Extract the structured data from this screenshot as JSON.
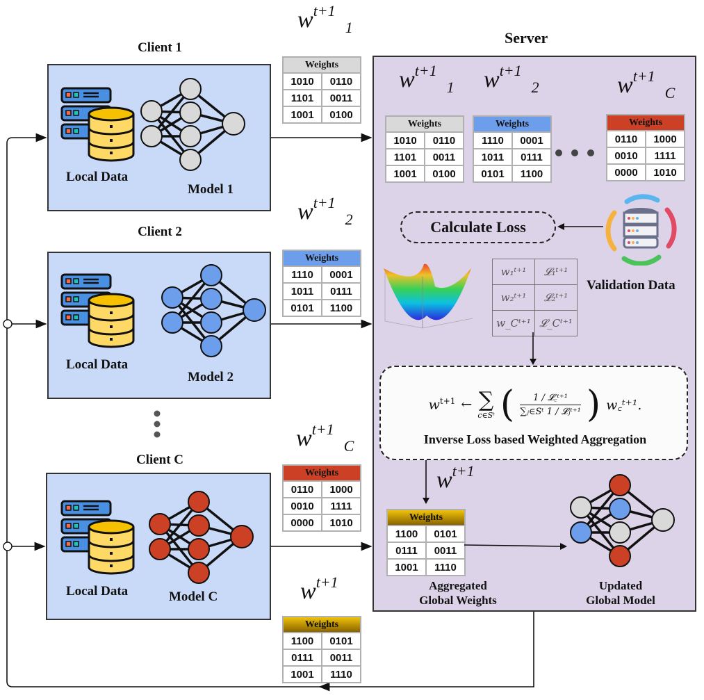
{
  "clients": [
    {
      "title": "Client 1",
      "data_label": "Local Data",
      "model_label": "Model 1",
      "node_color": "#d9d9d9",
      "w_sub": "1",
      "weights_header_color": "#d9d9d9",
      "weights": [
        [
          "1010",
          "0110"
        ],
        [
          "1101",
          "0011"
        ],
        [
          "1001",
          "0100"
        ]
      ]
    },
    {
      "title": "Client 2",
      "data_label": "Local Data",
      "model_label": "Model 2",
      "node_color": "#6d9eeb",
      "w_sub": "2",
      "weights_header_color": "#6d9eeb",
      "weights": [
        [
          "1110",
          "0001"
        ],
        [
          "1011",
          "0111"
        ],
        [
          "0101",
          "1100"
        ]
      ]
    },
    {
      "title": "Client C",
      "data_label": "Local Data",
      "model_label": "Model C",
      "node_color": "#cc4125",
      "w_sub": "C",
      "weights_header_color": "#cc4125",
      "weights": [
        [
          "0110",
          "1000"
        ],
        [
          "0010",
          "1111"
        ],
        [
          "0000",
          "1010"
        ]
      ]
    }
  ],
  "weights_header": "Weights",
  "w_symbol": "w",
  "w_sup": "t+1",
  "server": {
    "title": "Server",
    "calculate_loss": "Calculate Loss",
    "validation_label": "Validation Data",
    "loss_table": [
      [
        "w₁ᵗ⁺¹",
        "𝓛₁ᵗ⁺¹"
      ],
      [
        "w₂ᵗ⁺¹",
        "𝓛₂ᵗ⁺¹"
      ],
      [
        "w_Cᵗ⁺¹",
        "𝓛_Cᵗ⁺¹"
      ]
    ],
    "formula": {
      "lhs": "w",
      "lhs_sup": "t+1",
      "arrow": "←",
      "sum": "∑",
      "sum_sub": "c∈Sᵗ",
      "num": "1 / 𝓛꜀ᵗ⁺¹",
      "den": "∑ⱼ∈Sᵗ 1 / 𝓛ⱼᵗ⁺¹",
      "rhs": "w꜀ᵗ⁺¹."
    },
    "aggregation_title": "Inverse Loss based Weighted Aggregation",
    "aggregated": {
      "header_color": "#b8860b",
      "weights": [
        [
          "1100",
          "0101"
        ],
        [
          "0111",
          "0011"
        ],
        [
          "1001",
          "1110"
        ]
      ],
      "label_line1": "Aggregated",
      "label_line2": "Global Weights"
    },
    "global_model": {
      "label_line1": "Updated",
      "label_line2": "Global Model",
      "input_colors": [
        "#d9d9d9",
        "#6d9eeb"
      ],
      "hidden_colors": [
        "#cc4125",
        "#6d9eeb",
        "#d9d9d9",
        "#cc4125"
      ],
      "output_color": "#d9d9d9"
    }
  },
  "broadcast": {
    "weights": [
      [
        "1100",
        "0101"
      ],
      [
        "0111",
        "0011"
      ],
      [
        "1001",
        "1110"
      ]
    ]
  }
}
